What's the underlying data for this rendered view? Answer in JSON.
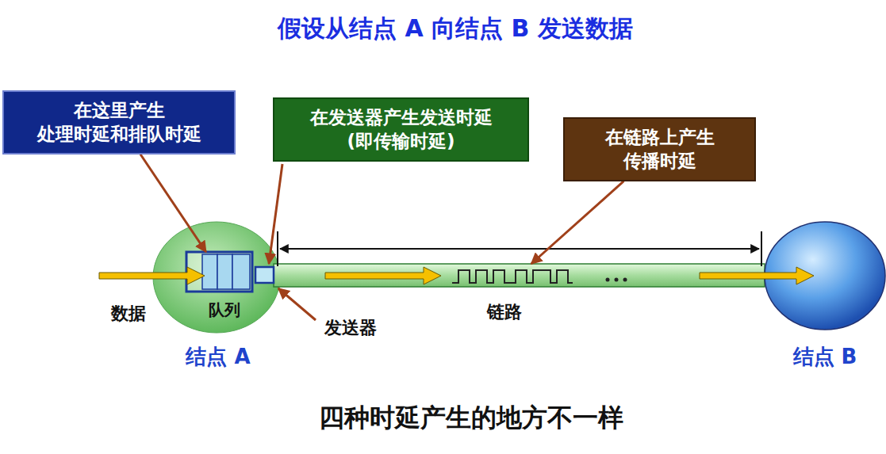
{
  "diagram": {
    "title": "假设从结点 A 向结点 B 发送数据",
    "caption": "四种时延产生的地方不一样",
    "nodes": [
      {
        "text": [
          "在这里产生 处理时延和排队时延"
        ]
      },
      {
        "text": [
          "在发送器产生发送时延 (即传输时延)"
        ]
      },
      {
        "text": [
          "在链路上产生 传播时延"
        ]
      },
      {
        "text": [
          "结点 A"
        ]
      },
      {
        "text": [
          "队列"
        ],
        "in": 3
      },
      {
        "text": [
          "链路"
        ]
      },
      {
        "text": [
          "结点 B"
        ]
      }
    ],
    "edges": [
      {
        "from": 0,
        "to": 4,
        "arrow": "to"
      },
      {
        "from": 2,
        "to": 5,
        "arrow": "to"
      }
    ],
    "labels": [
      "数据",
      "发送器"
    ]
  }
}
